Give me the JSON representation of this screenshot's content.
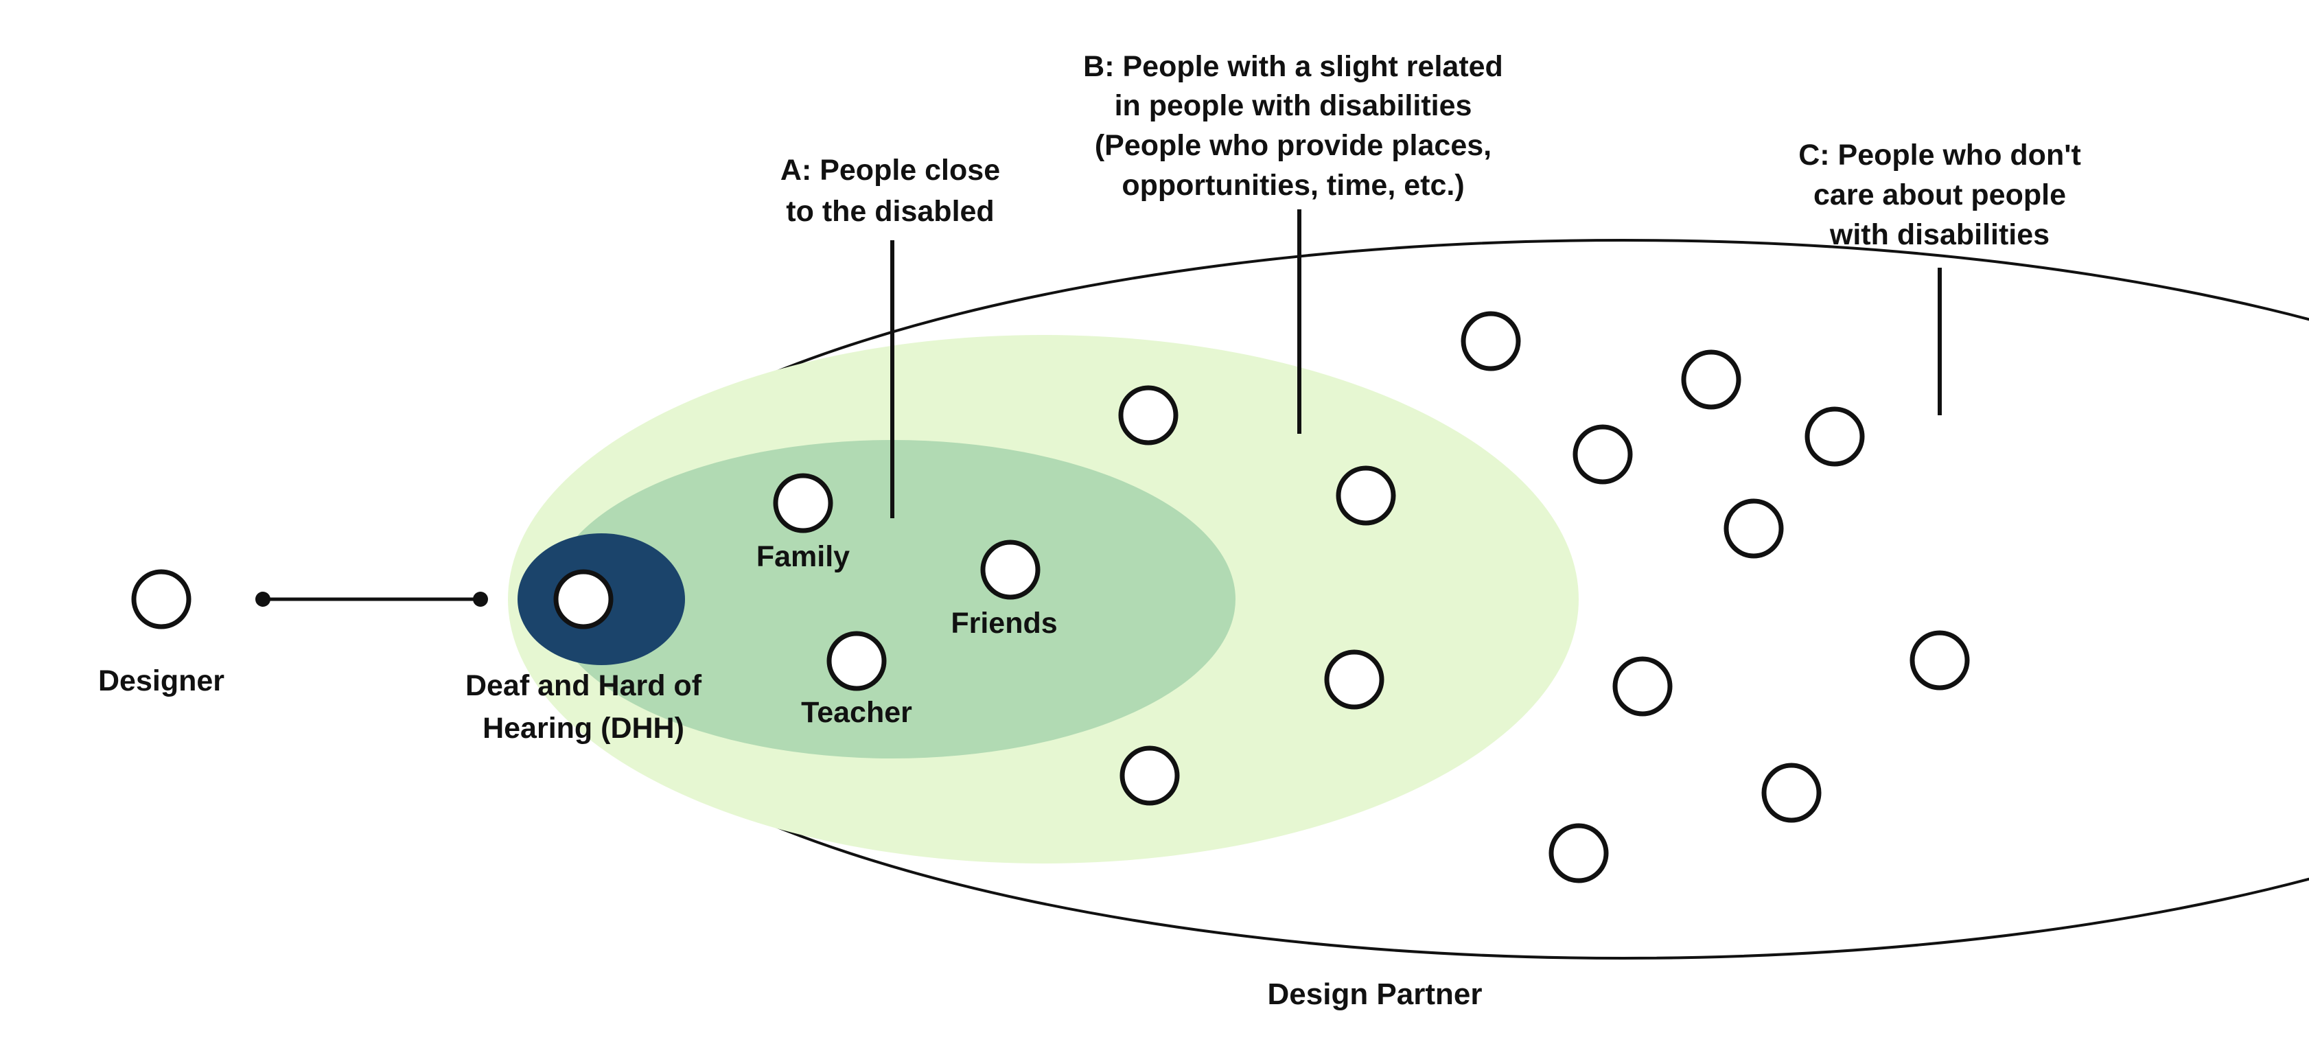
{
  "colors": {
    "dhh_fill": "#1b446b",
    "zone_a_fill": "#b1dab3",
    "zone_b_fill": "#e6f7d2",
    "zone_c_fill": "#ffffff",
    "stroke": "#111111",
    "text": "#111111"
  },
  "labels": {
    "designer": "Designer",
    "dhh_line1": "Deaf and Hard of",
    "dhh_line2": "Hearing (DHH)",
    "family": "Family",
    "friends": "Friends",
    "teacher": "Teacher",
    "design_partner": "Design Partner"
  },
  "annotations": {
    "a_line1": "A:  People close",
    "a_line2": "to the disabled",
    "b_line1": "B: People with a slight related",
    "b_line2": "in people with disabilities",
    "b_line3": "(People who provide places,",
    "b_line4": "opportunities, time, etc.)",
    "c_line1": "C: People who don't",
    "c_line2": "care about people",
    "c_line3": "with disabilities"
  }
}
